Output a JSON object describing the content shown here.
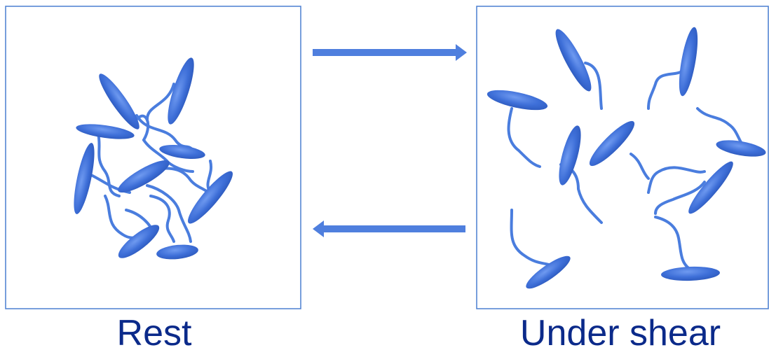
{
  "colors": {
    "panel_border": "#4A7FD0",
    "particle_fill": "#3E6FD8",
    "particle_highlight": "#6F9AF0",
    "tail": "#4A7DDE",
    "arrow": "#4F7FDE",
    "caption_text": "#0B2A8A"
  },
  "panels": [
    {
      "id": "rest",
      "caption": "Rest",
      "state": "aggregated"
    },
    {
      "id": "shear",
      "caption": "Under shear",
      "state": "dispersed"
    }
  ],
  "arrows": [
    {
      "id": "to-shear",
      "direction": "right"
    },
    {
      "id": "to-rest",
      "direction": "left"
    }
  ],
  "particle_icon": "ellipsoid-with-tail"
}
